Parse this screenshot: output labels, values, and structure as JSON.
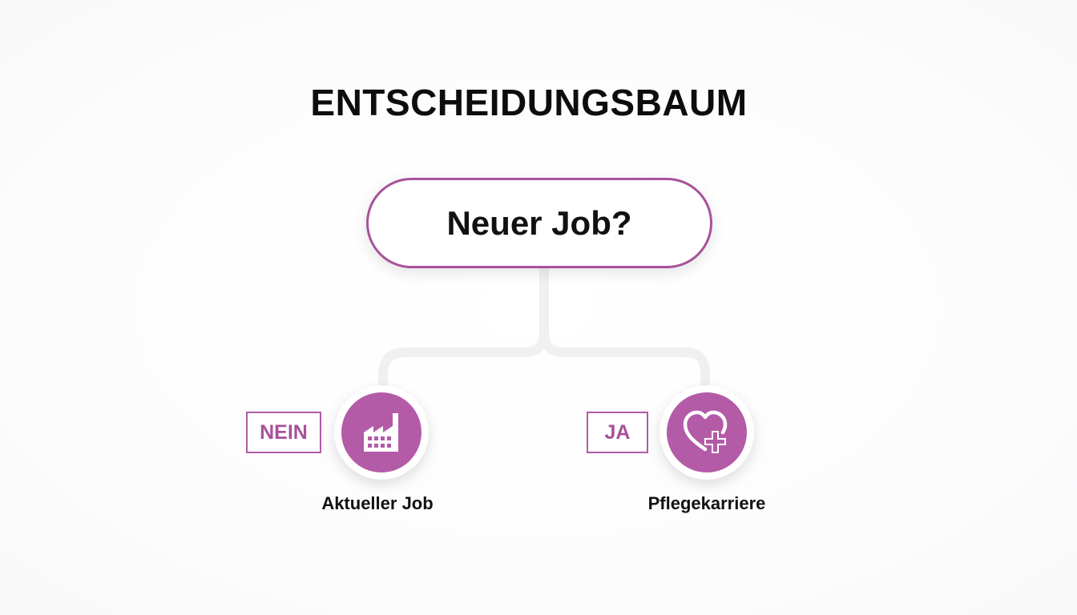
{
  "diagram": {
    "title": "ENTSCHEIDUNGSBAUM",
    "root": {
      "label": "Neuer Job?"
    },
    "branches": [
      {
        "tag": "NEIN",
        "icon": "factory-icon",
        "caption": "Aktueller Job"
      },
      {
        "tag": "JA",
        "icon": "heart-plus-icon",
        "caption": "Pflegekarriere"
      }
    ],
    "colors": {
      "accent": "#b45ba8",
      "border": "#a8519a",
      "connector": "#f2f2f4",
      "text": "#111111"
    }
  }
}
